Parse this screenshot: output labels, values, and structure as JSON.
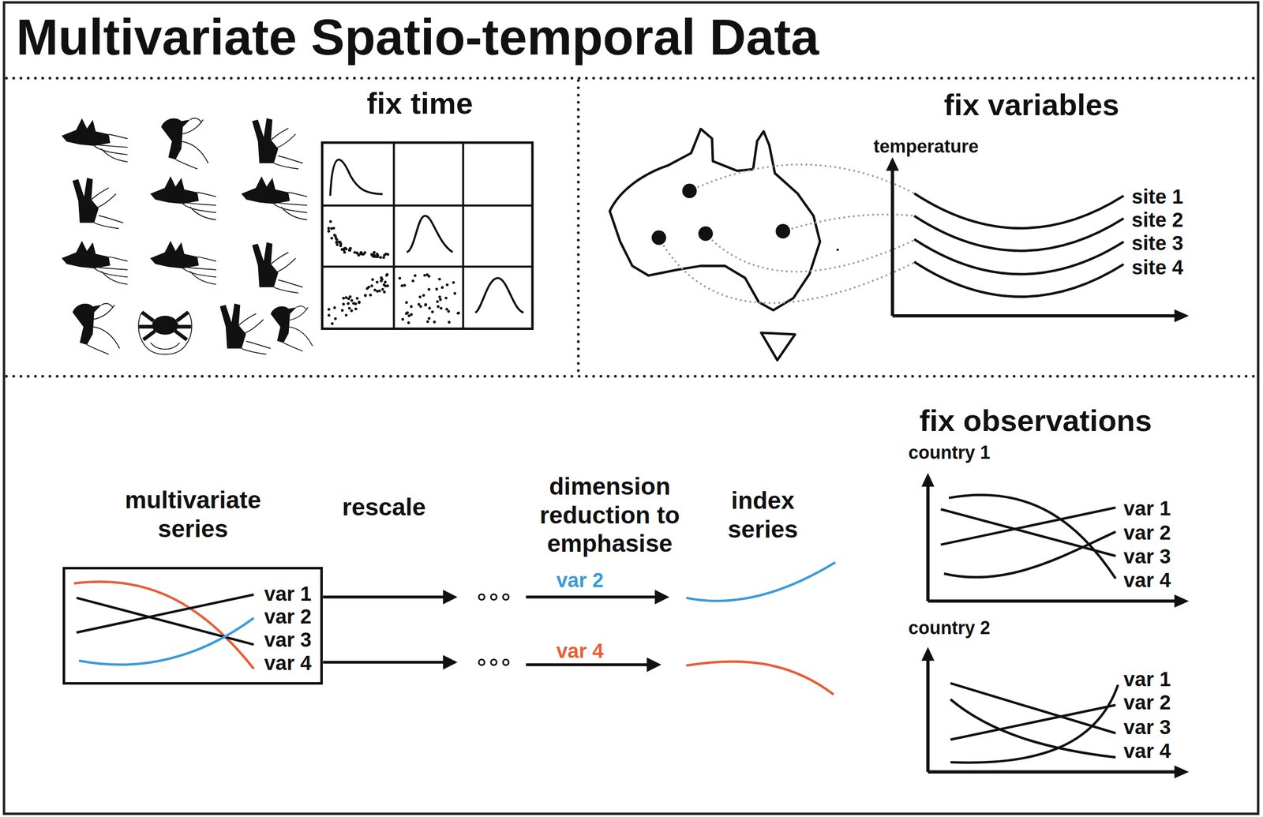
{
  "diagram": {
    "title": "Multivariate Spatio-temporal Data",
    "nodes": [
      {
        "text": [
          "multivariate series",
          "var 1",
          "var 2",
          "var 3",
          "var 4"
        ]
      }
    ],
    "labels": [
      "fix time",
      "fix variables",
      "temperature",
      "site 1",
      "site 2",
      "site 3",
      "site 4",
      "rescale",
      "dimension reduction to emphasise",
      "index series",
      "var 2",
      "var 4",
      "fix observations",
      "country 1",
      "var 1",
      "var 2",
      "var 3",
      "var 4",
      "country 2",
      "var 1",
      "var 2",
      "var 3",
      "var 4"
    ]
  }
}
